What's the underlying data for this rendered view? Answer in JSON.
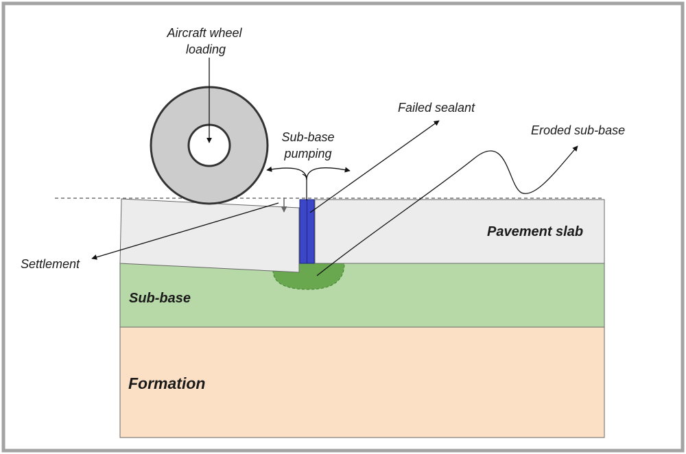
{
  "labels": {
    "aircraft_wheel_line1": "Aircraft wheel",
    "aircraft_wheel_line2": "loading",
    "sub_base_pumping_line1": "Sub-base",
    "sub_base_pumping_line2": "pumping",
    "failed_sealant": "Failed sealant",
    "eroded_sub_base": "Eroded sub-base",
    "pavement_slab": "Pavement slab",
    "settlement": "Settlement",
    "sub_base": "Sub-base",
    "formation": "Formation"
  },
  "colors": {
    "frame": "#a3a3a3",
    "slab": "#ececec",
    "sub_base": "#b7d9a8",
    "formation": "#fce0c5",
    "eroded_zone": "#6aa84f",
    "sealant": "#3b46c8",
    "wheel": "#cccccc",
    "outline": "#555555",
    "arrow": "#111111"
  }
}
